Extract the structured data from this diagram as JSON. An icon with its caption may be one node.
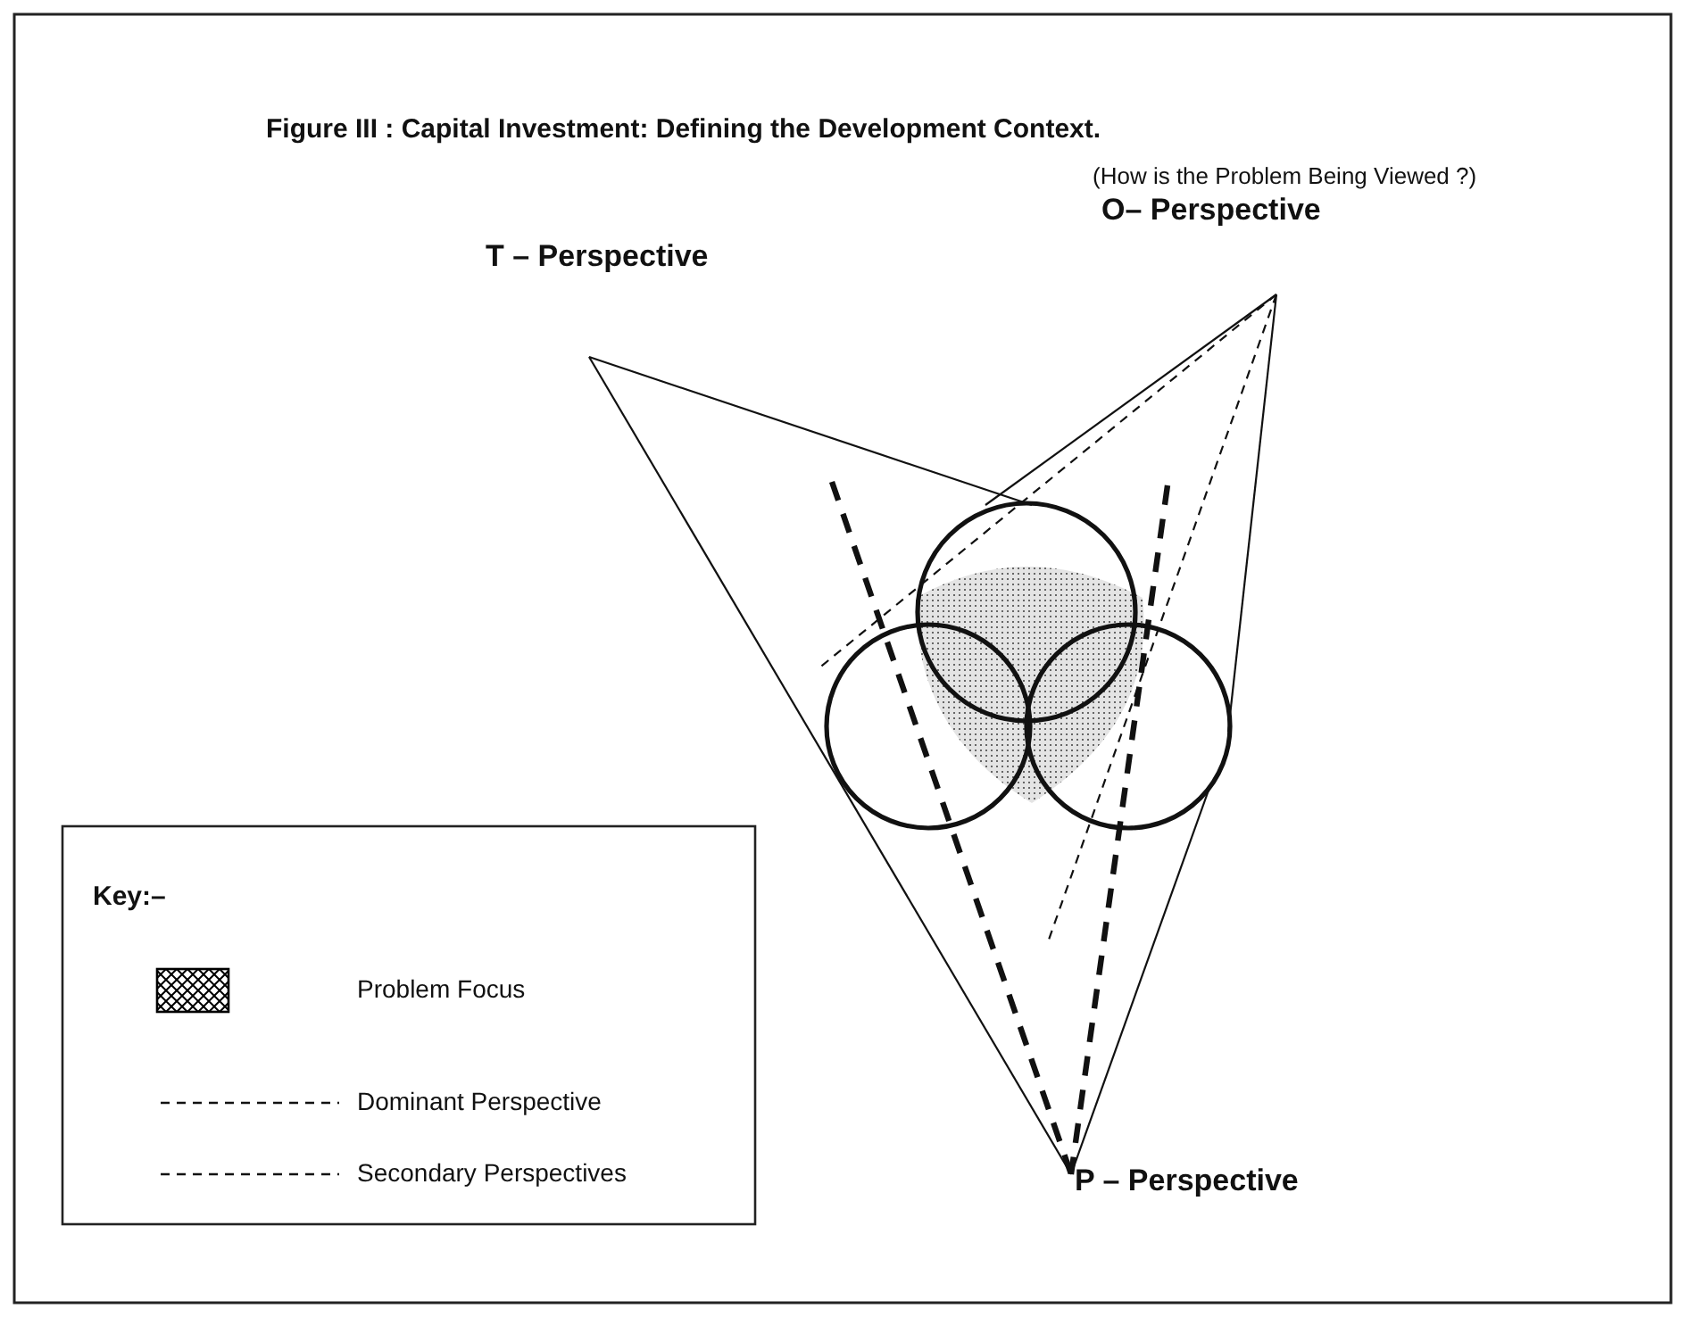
{
  "diagram": {
    "title": "Figure III : Capital Investment: Defining the Development Context.",
    "labels": [
      "(How is the Problem Being Viewed ?)",
      "T – Perspective",
      "O– Perspective",
      "P – Perspective",
      "Key:–"
    ],
    "legend": [
      {
        "text": "Problem Focus"
      },
      {
        "text": "Dominant Perspective"
      },
      {
        "text": "Secondary Perspectives"
      }
    ]
  }
}
